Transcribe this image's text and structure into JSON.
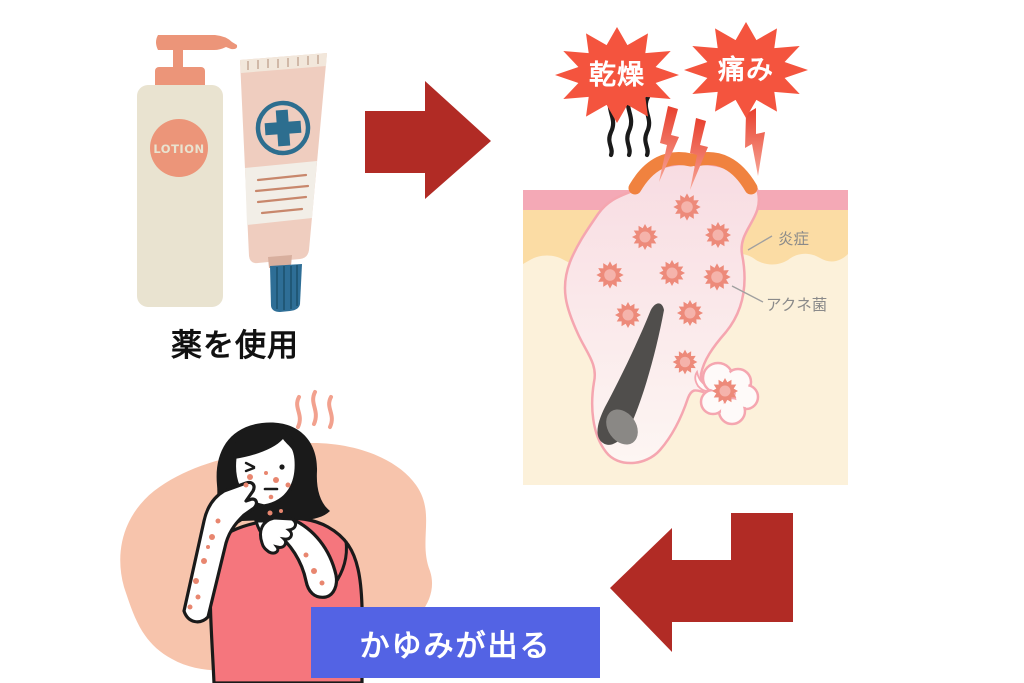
{
  "medicine_step": {
    "caption": "薬を使用",
    "bottle_label": "LOTION"
  },
  "skin_panel": {
    "burst_dryness": "乾燥",
    "burst_pain": "痛み",
    "label_inflammation": "炎症",
    "label_acne_bacteria": "アクネ菌"
  },
  "result_banner": {
    "text": "かゆみが出る"
  },
  "palette": {
    "arrow_red": "#B12B25",
    "burst_red": "#F4543E",
    "banner_blue": "#5363E4",
    "skin_pink_band": "#F4A9B6",
    "skin_orange_layer": "#FBDCA4",
    "skin_cream_layer": "#FCF1DA",
    "pore_pink": "#F8DCE2",
    "pore_outline": "#F5A6B0",
    "germ_body": "#ED8A7A",
    "germ_center": "#F5B3AB",
    "follicle_gray": "#504E4C",
    "bump_orange": "#F0823F",
    "shirt_pink": "#F5767D",
    "blob_peach": "#F7C4AC",
    "rash_dot": "#E8866F",
    "bottle_cream": "#E9E3D0",
    "bottle_salmon": "#EC9579",
    "tube_pink": "#EFCDBF",
    "tube_blue": "#2D6E8F"
  }
}
